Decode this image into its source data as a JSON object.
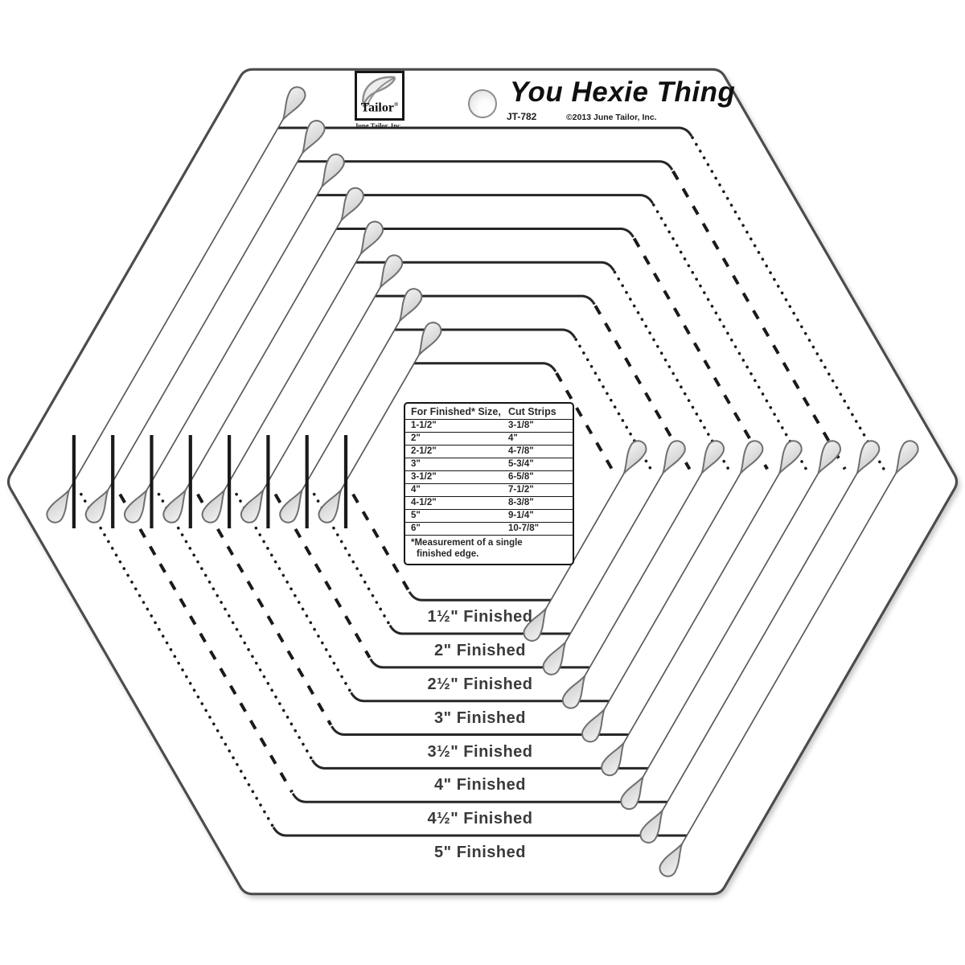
{
  "header": {
    "logo_brand": "Tailor",
    "logo_registered": "®",
    "logo_company": "June Tailor, Inc.",
    "title": "You Hexie Thing",
    "model_number": "JT-782",
    "copyright": "©2013 June Tailor, Inc."
  },
  "size_table": {
    "col1_header": "For Finished* Size,",
    "col2_header": "Cut Strips",
    "rows": [
      {
        "finished_size": "1-1/2\"",
        "cut_strips": "3-1/8\""
      },
      {
        "finished_size": "2\"",
        "cut_strips": "4\""
      },
      {
        "finished_size": "2-1/2\"",
        "cut_strips": "4-7/8\""
      },
      {
        "finished_size": "3\"",
        "cut_strips": "5-3/4\""
      },
      {
        "finished_size": "3-1/2\"",
        "cut_strips": "6-5/8\""
      },
      {
        "finished_size": "4\"",
        "cut_strips": "7-1/2\""
      },
      {
        "finished_size": "4-1/2\"",
        "cut_strips": "8-3/8\""
      },
      {
        "finished_size": "5\"",
        "cut_strips": "9-1/4\""
      },
      {
        "finished_size": "6\"",
        "cut_strips": "10-7/8\""
      }
    ],
    "footnote_line1": "*Measurement of a single",
    "footnote_line2": "finished edge."
  },
  "rings": [
    {
      "label": "1½\" Finished",
      "diagonal_style": "dashed"
    },
    {
      "label": "2\" Finished",
      "diagonal_style": "dotted"
    },
    {
      "label": "2½\" Finished",
      "diagonal_style": "dashed"
    },
    {
      "label": "3\" Finished",
      "diagonal_style": "dotted"
    },
    {
      "label": "3½\" Finished",
      "diagonal_style": "dashed"
    },
    {
      "label": "4\" Finished",
      "diagonal_style": "dotted"
    },
    {
      "label": "4½\" Finished",
      "diagonal_style": "dashed"
    },
    {
      "label": "5\" Finished",
      "diagonal_style": "dotted"
    }
  ],
  "colors": {
    "background": "#ffffff",
    "line": "#1a1a1a",
    "heavy_edge": "#262626",
    "thin_edge": "#5a5a5a",
    "hexagon_outline": "#4c4c4c",
    "teardrop_fill_light": "#f2f2f2",
    "teardrop_fill_dark": "#c9c9c9",
    "teardrop_stroke": "#6f6f6f",
    "label_text": "#3a3a3a"
  }
}
